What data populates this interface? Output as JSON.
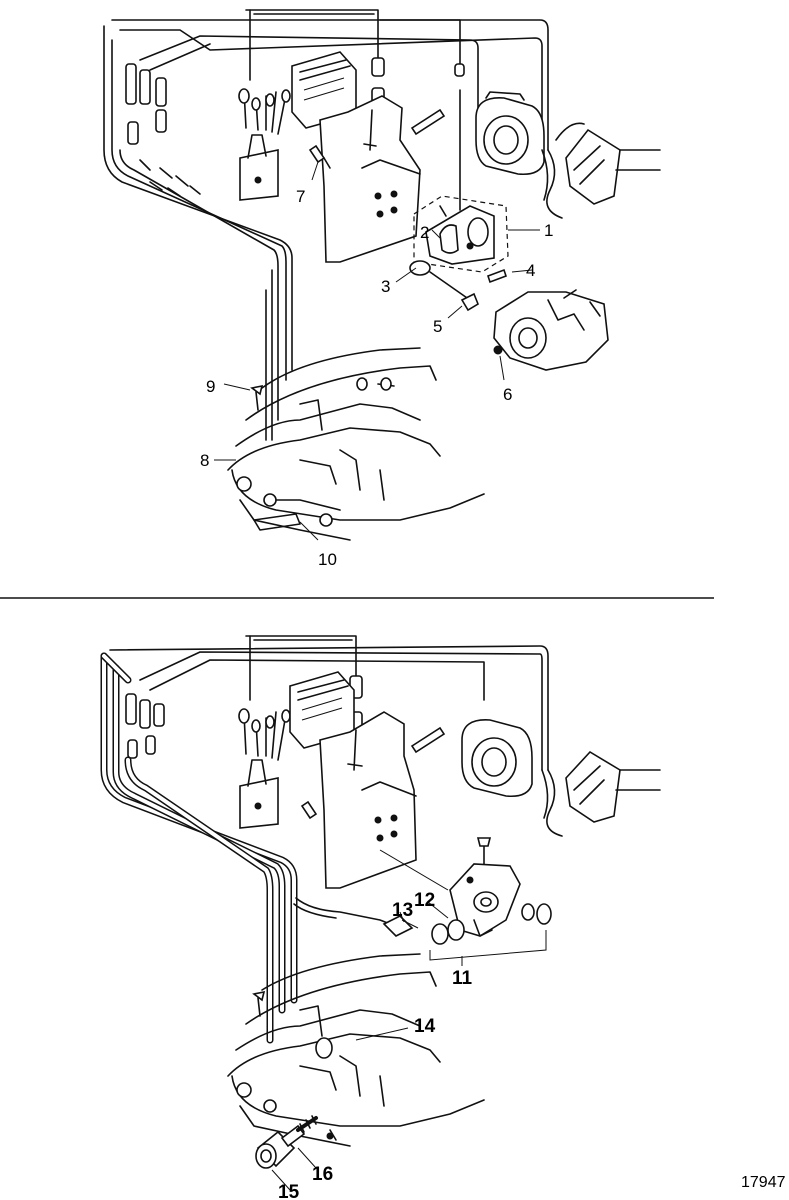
{
  "callouts_upper": [
    {
      "id": "1",
      "text": "1"
    },
    {
      "id": "2",
      "text": "2"
    },
    {
      "id": "3",
      "text": "3"
    },
    {
      "id": "4",
      "text": "4"
    },
    {
      "id": "5",
      "text": "5"
    },
    {
      "id": "6",
      "text": "6"
    },
    {
      "id": "7",
      "text": "7"
    },
    {
      "id": "8",
      "text": "8"
    },
    {
      "id": "9",
      "text": "9"
    },
    {
      "id": "10",
      "text": "10"
    }
  ],
  "callouts_lower": [
    {
      "id": "11",
      "text": "11"
    },
    {
      "id": "12",
      "text": "12"
    },
    {
      "id": "13",
      "text": "13"
    },
    {
      "id": "14",
      "text": "14"
    },
    {
      "id": "15",
      "text": "15"
    },
    {
      "id": "16",
      "text": "16"
    }
  ],
  "figure_number": "17947"
}
